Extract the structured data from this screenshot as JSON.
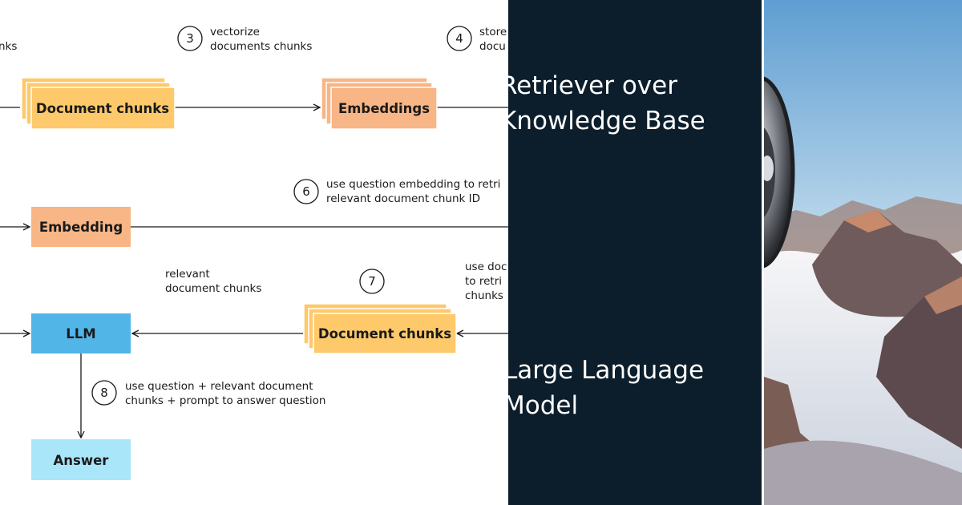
{
  "diagram": {
    "top_left_fragment": "nks",
    "step3": {
      "number": "3",
      "line1": "vectorize",
      "line2": "documents chunks"
    },
    "step4": {
      "number": "4",
      "line1": "store",
      "line2": "docu"
    },
    "step6": {
      "number": "6",
      "line1": "use question embedding to retri",
      "line2": "relevant document chunk ID"
    },
    "step7": {
      "number": "7",
      "line1": "use doc",
      "line2": "to retri",
      "line3": "chunks"
    },
    "step8": {
      "number": "8",
      "line1": "use question + relevant document",
      "line2": "chunks + prompt to answer question"
    },
    "relevant_chunks": {
      "line1": "relevant",
      "line2": "document chunks"
    },
    "boxes": {
      "document_chunks_top": "Document chunks",
      "embeddings": "Embeddings",
      "embedding": "Embedding",
      "llm": "LLM",
      "document_chunks_bottom": "Document chunks",
      "answer": "Answer"
    },
    "colors": {
      "yellow": "#fdc96b",
      "orange": "#f8b585",
      "blue": "#52b5e8",
      "light_blue": "#a9e6fa"
    }
  },
  "slide": {
    "line1": "Retriever over",
    "line2": "Knowledge Base",
    "line3": "Large Language",
    "line4": "Model",
    "background": "#0c1e2b"
  }
}
